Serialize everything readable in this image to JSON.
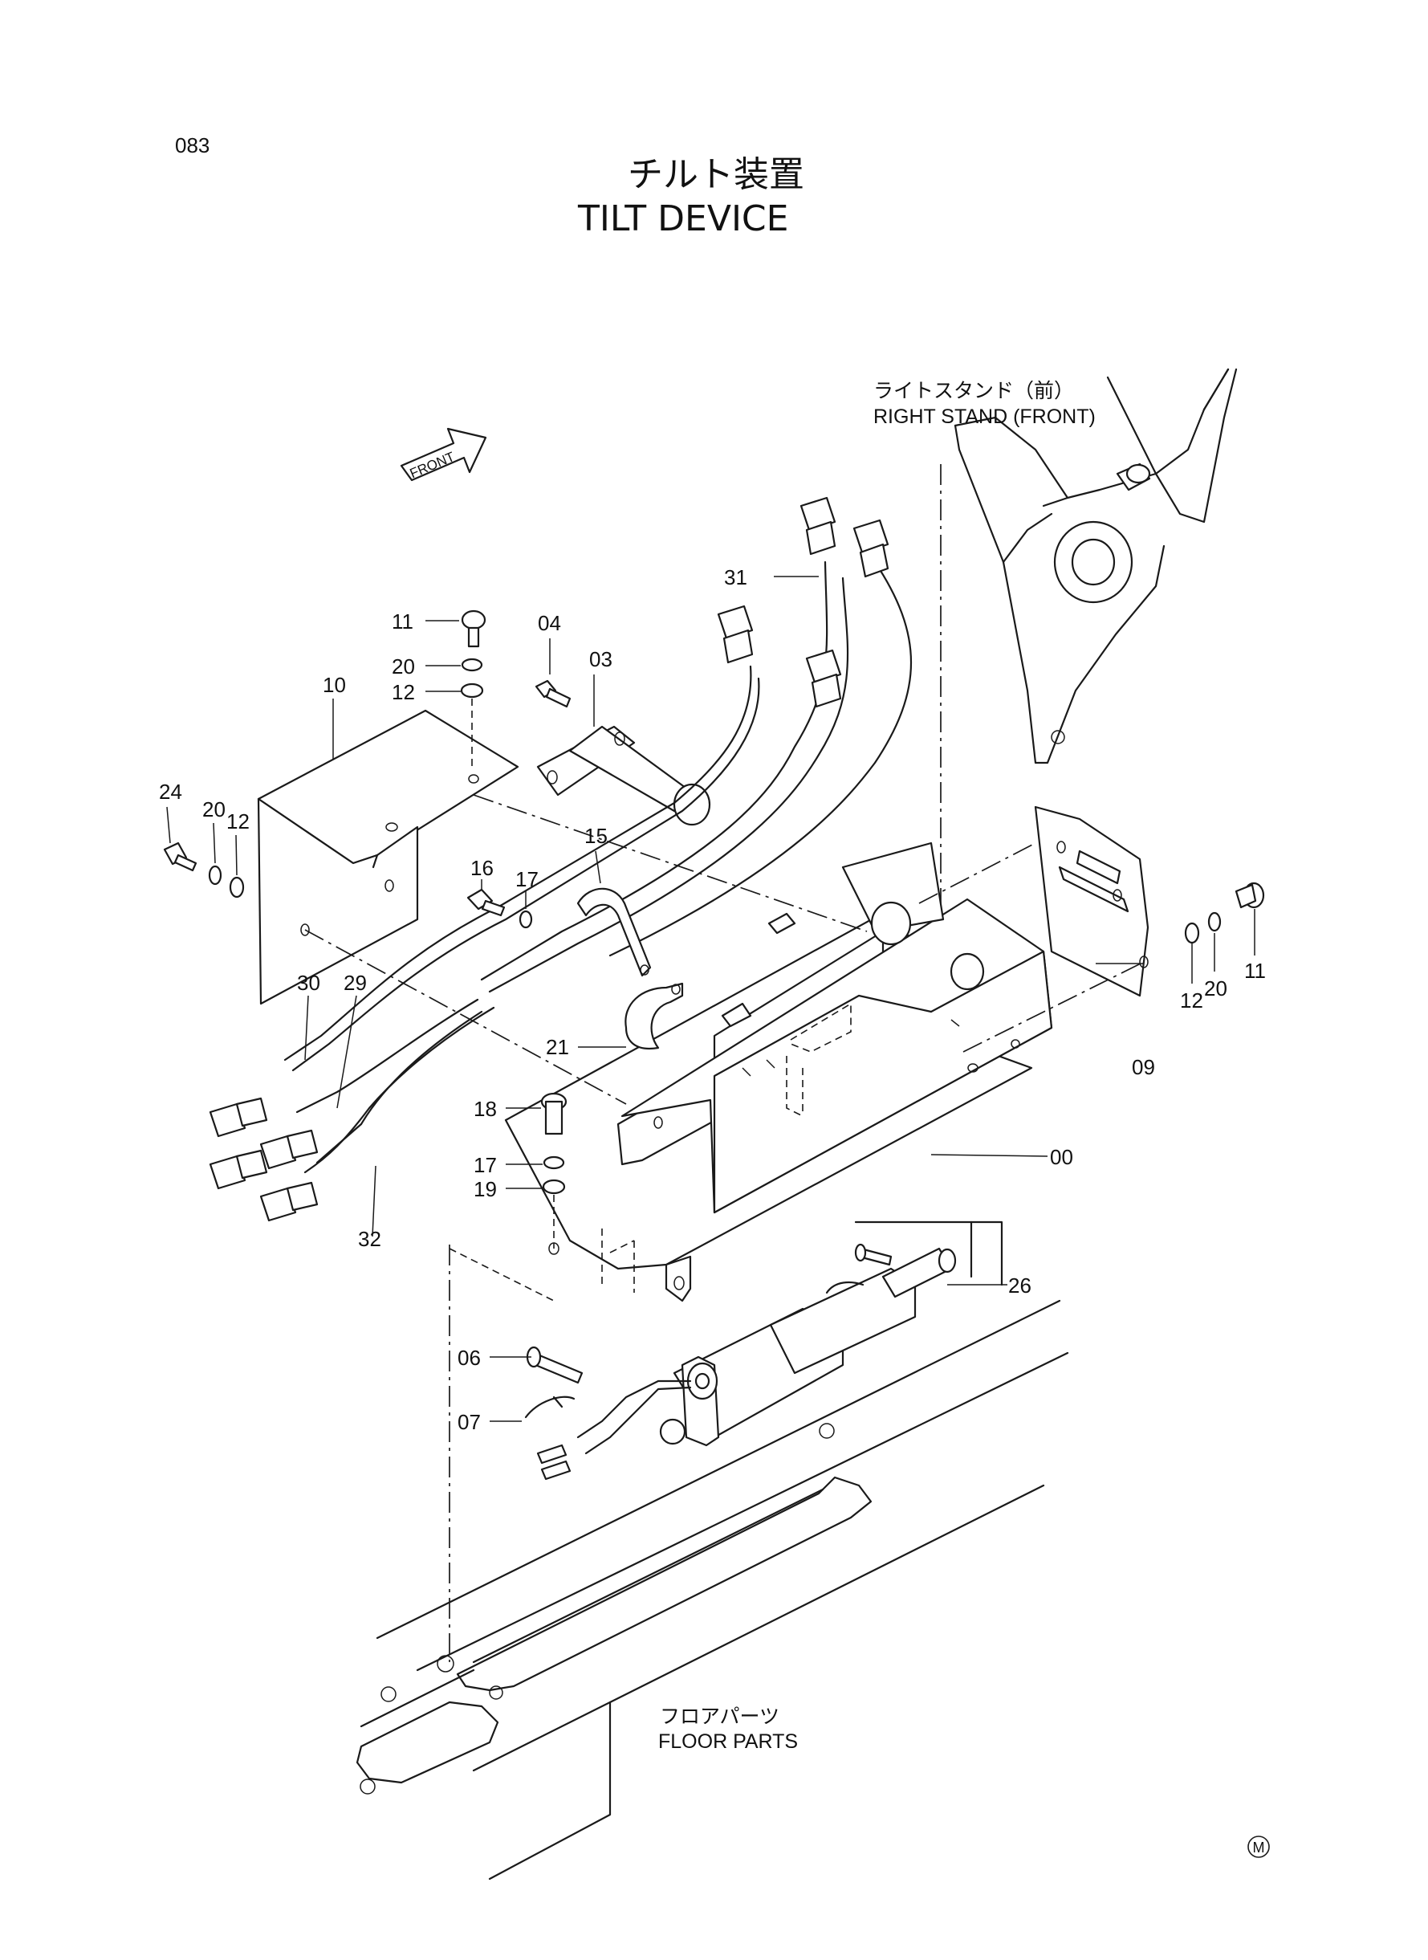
{
  "page_number": "083",
  "title_jp": "チルト装置",
  "title_en": "TILT DEVICE",
  "front_arrow": "FRONT",
  "right_stand_jp": "ライトスタンド（前）",
  "right_stand_en": "RIGHT STAND (FRONT)",
  "floor_jp": "フロアパーツ",
  "floor_en": "FLOOR PARTS",
  "mark": "M",
  "callouts": {
    "p00": "00",
    "p03": "03",
    "p04": "04",
    "p06": "06",
    "p07": "07",
    "p09": "09",
    "p10": "10",
    "p11a": "11",
    "p11b": "11",
    "p12a": "12",
    "p12b": "12",
    "p12c": "12",
    "p15": "15",
    "p16": "16",
    "p17a": "17",
    "p17b": "17",
    "p18": "18",
    "p19": "19",
    "p20a": "20",
    "p20b": "20",
    "p20c": "20",
    "p21": "21",
    "p24": "24",
    "p26": "26",
    "p29": "29",
    "p30": "30",
    "p31": "31",
    "p32": "32"
  }
}
